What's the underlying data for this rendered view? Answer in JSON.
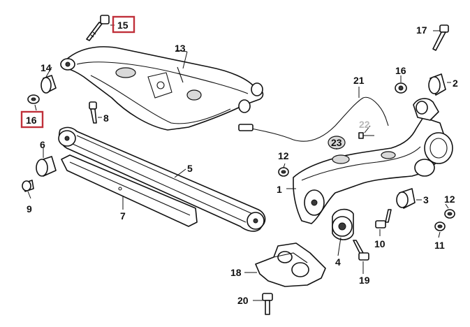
{
  "callouts": [
    {
      "id": "c1",
      "text": "1"
    },
    {
      "id": "c2",
      "text": "2"
    },
    {
      "id": "c3",
      "text": "3"
    },
    {
      "id": "c4",
      "text": "4"
    },
    {
      "id": "c5",
      "text": "5"
    },
    {
      "id": "c6",
      "text": "6"
    },
    {
      "id": "c7",
      "text": "7"
    },
    {
      "id": "c8",
      "text": "8"
    },
    {
      "id": "c9",
      "text": "9"
    },
    {
      "id": "c10",
      "text": "10"
    },
    {
      "id": "c11",
      "text": "11"
    },
    {
      "id": "c12a",
      "text": "12"
    },
    {
      "id": "c12b",
      "text": "12"
    },
    {
      "id": "c13",
      "text": "13"
    },
    {
      "id": "c14",
      "text": "14"
    },
    {
      "id": "c15",
      "text": "15",
      "highlighted": true
    },
    {
      "id": "c16a",
      "text": "16",
      "highlighted": true
    },
    {
      "id": "c16b",
      "text": "16"
    },
    {
      "id": "c17",
      "text": "17"
    },
    {
      "id": "c18",
      "text": "18"
    },
    {
      "id": "c19",
      "text": "19"
    },
    {
      "id": "c20",
      "text": "20"
    },
    {
      "id": "c21",
      "text": "21"
    },
    {
      "id": "c22",
      "text": "22",
      "muted": true
    },
    {
      "id": "c23",
      "text": "23"
    }
  ],
  "colors": {
    "highlight": "#c0303a",
    "ink": "#111111",
    "muted": "#b8b8b8"
  }
}
